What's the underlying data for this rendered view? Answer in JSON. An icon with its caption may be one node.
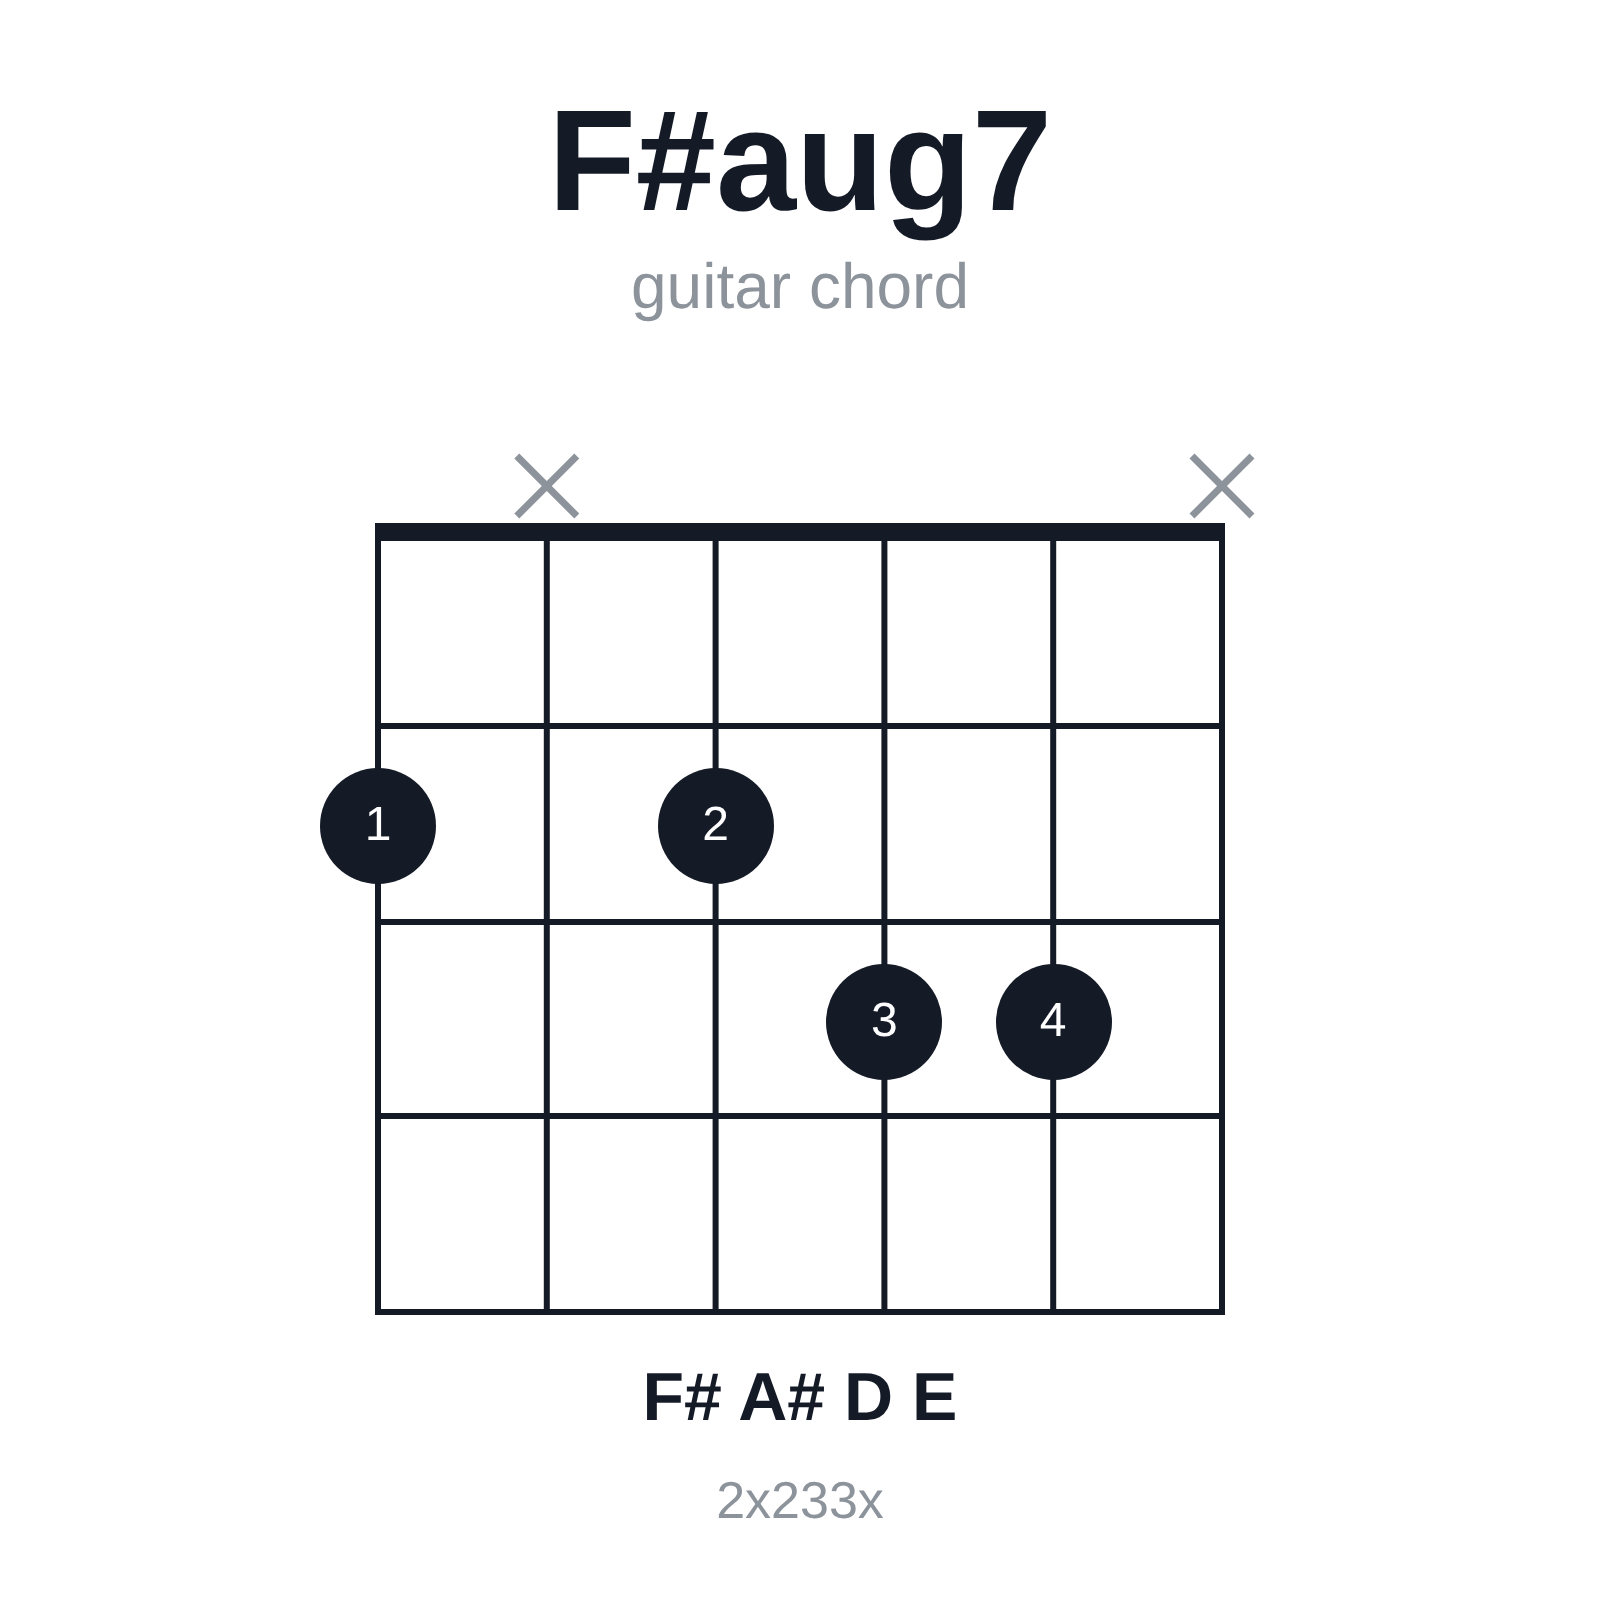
{
  "diagram": {
    "title": "F#aug7",
    "nodes": [
      {
        "text": [
          "1"
        ]
      },
      {
        "text": [
          "2"
        ]
      },
      {
        "text": [
          "3"
        ]
      },
      {
        "text": [
          "4"
        ]
      }
    ],
    "labels": [
      "guitar chord",
      "F# A# D E",
      "2x233x"
    ]
  }
}
